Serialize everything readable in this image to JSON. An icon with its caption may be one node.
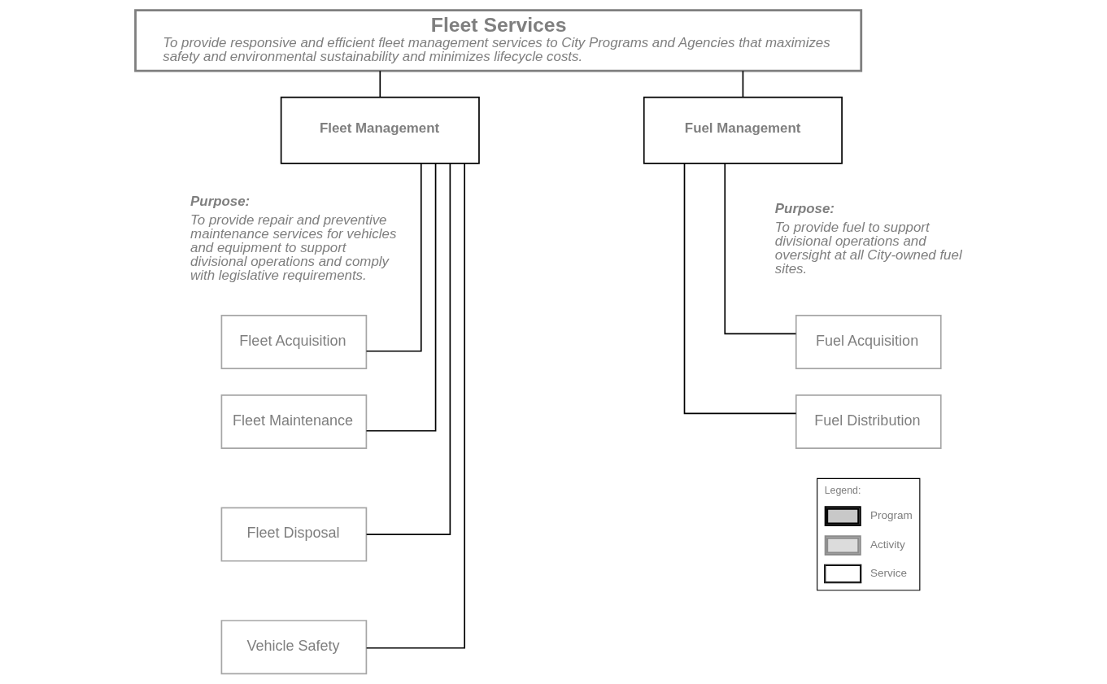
{
  "diagram": {
    "nodes": [
      {
        "text": [
          "Fleet Services",
          "To provide responsive and efficient fleet management services to City Programs and Agencies that maximizes safety and environmental sustainability and minimizes lifecycle costs."
        ]
      },
      {
        "text": [
          "Fleet Management"
        ],
        "beside": [
          "Purpose:",
          "To provide repair and preventive maintenance services for vehicles and equipment to support divisional operations and comply with legislative requirements."
        ]
      },
      {
        "text": [
          "Fuel Management"
        ],
        "beside": [
          "Purpose:",
          "To provide fuel to support divisional operations and oversight at all City-owned fuel sites."
        ]
      },
      {
        "text": [
          "Fleet Acquisition"
        ]
      },
      {
        "text": [
          "Fleet Maintenance"
        ]
      },
      {
        "text": [
          "Fleet Disposal"
        ]
      },
      {
        "text": [
          "Vehicle Safety"
        ]
      },
      {
        "text": [
          "Fuel Acquisition"
        ]
      },
      {
        "text": [
          "Fuel Distribution"
        ]
      }
    ],
    "edges": [
      {
        "from": 0,
        "to": 1,
        "arrow": "none"
      },
      {
        "from": 0,
        "to": 2,
        "arrow": "none"
      },
      {
        "from": 1,
        "to": 3,
        "arrow": "none"
      },
      {
        "from": 1,
        "to": 4,
        "arrow": "none"
      },
      {
        "from": 1,
        "to": 5,
        "arrow": "none"
      },
      {
        "from": 1,
        "to": 6,
        "arrow": "none"
      },
      {
        "from": 2,
        "to": 7,
        "arrow": "none"
      },
      {
        "from": 2,
        "to": 8,
        "arrow": "none"
      }
    ],
    "labels": [
      "Legend:"
    ],
    "legend": [
      {
        "text": "Program"
      },
      {
        "text": "Activity"
      },
      {
        "text": "Service"
      }
    ]
  }
}
